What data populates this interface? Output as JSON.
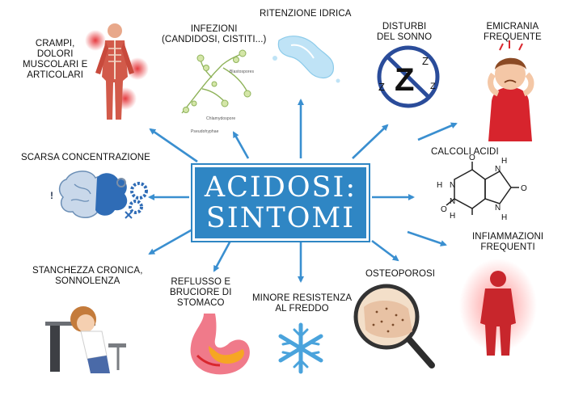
{
  "center": {
    "line1": "ACIDOSI:",
    "line2": "SINTOMI"
  },
  "symptoms": {
    "crampi": {
      "l1": "CRAMPI,",
      "l2": "DOLORI",
      "l3": "MUSCOLARI E",
      "l4": "ARTICOLARI"
    },
    "infezioni": {
      "l1": "INFEZIONI",
      "l2": "(CANDIDOSI, CISTITI...)"
    },
    "ritenzione": {
      "l1": "RITENZIONE IDRICA"
    },
    "disturbi": {
      "l1": "DISTURBI",
      "l2": "DEL SONNO"
    },
    "emicrania": {
      "l1": "EMICRANIA",
      "l2": "FREQUENTE"
    },
    "concentrazione": {
      "l1": "SCARSA CONCENTRAZIONE"
    },
    "calcoli": {
      "l1": "CALCOLI ACIDI"
    },
    "stanchezza": {
      "l1": "STANCHEZZA CRONICA,",
      "l2": "SONNOLENZA"
    },
    "reflusso": {
      "l1": "REFLUSSO E",
      "l2": "BRUCIORE DI",
      "l3": "STOMACO"
    },
    "freddo": {
      "l1": "MINORE RESISTENZA",
      "l2": "AL FREDDO"
    },
    "osteoporosi": {
      "l1": "OSTEOPOROSI"
    },
    "infiammazioni": {
      "l1": "INFIAMMAZIONI",
      "l2": "FREQUENTI"
    }
  },
  "diagram_labels": {
    "plant_a": "Blastospores",
    "plant_b": "Chlamydospore",
    "plant_c": "Pseudohyphae",
    "sleep_z": "Z",
    "n1": "N",
    "n2": "N",
    "n3": "N",
    "n4": "N",
    "h1": "H",
    "h2": "H",
    "h3": "H",
    "h4": "H",
    "o1": "O",
    "o2": "O",
    "o3": "O"
  },
  "colors": {
    "accent": "#2f86c4",
    "arrow": "#3a8fd0",
    "red": "#d9272e"
  }
}
